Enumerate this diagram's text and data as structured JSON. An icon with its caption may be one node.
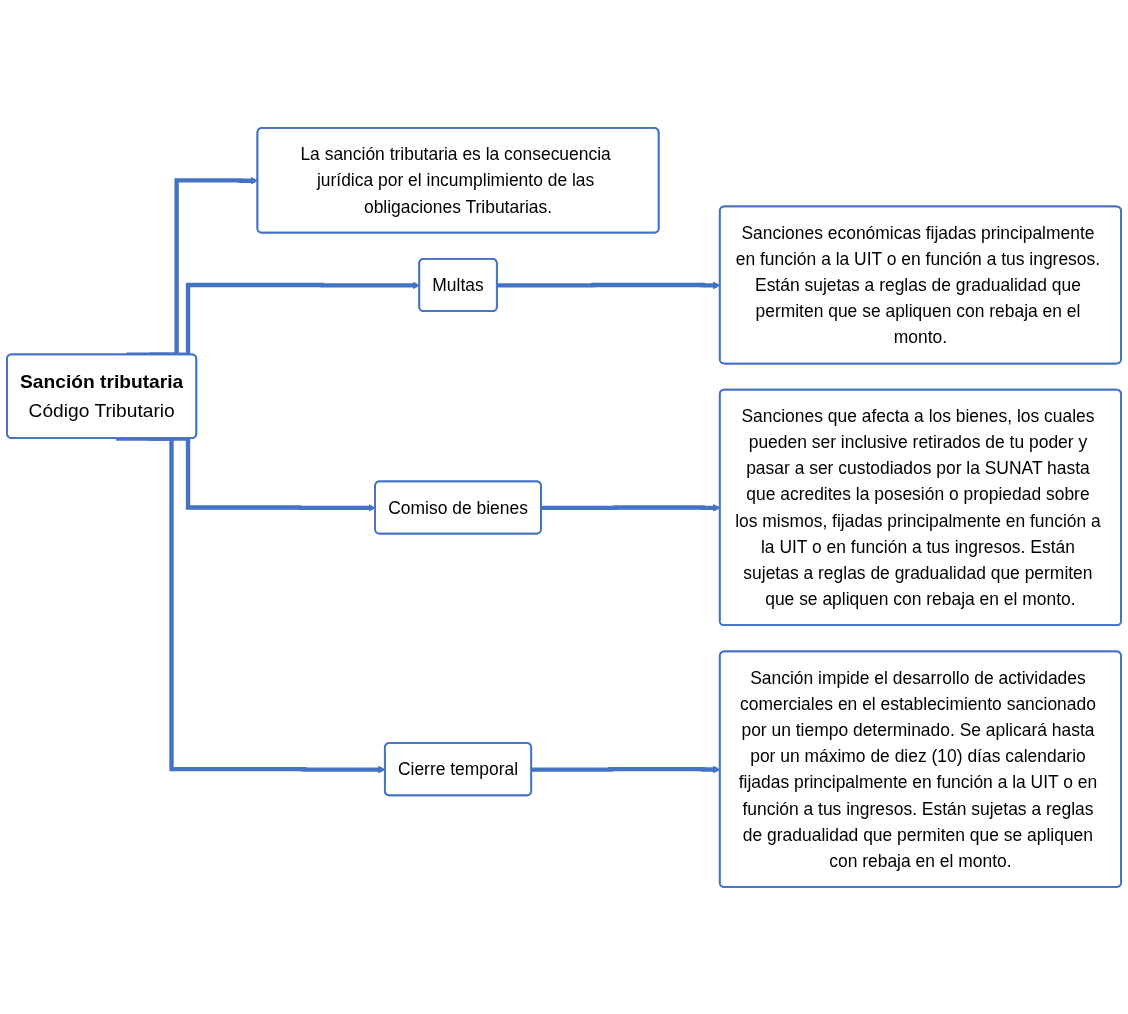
{
  "diagram": {
    "nodes": [
      {
        "text": [
          "Sanción tributaria",
          "Código Tributario"
        ]
      },
      {
        "text": [
          "La sanción tributaria es la consecuencia jurídica por el incumplimiento de las obligaciones Tributarias."
        ]
      },
      {
        "text": [
          "Multas"
        ]
      },
      {
        "text": [
          "Sanciones económicas fijadas principalmente en función a la UIT o en función a tus ingresos. Están sujetas a reglas de gradualidad que permiten que se apliquen con rebaja en el monto."
        ]
      },
      {
        "text": [
          "Comiso de bienes"
        ]
      },
      {
        "text": [
          "Sanciones que afecta a los bienes, los cuales pueden ser inclusive retirados de tu poder y pasar a ser custodiados por la SUNAT hasta que acredites la posesión o propiedad sobre los mismos, fijadas principalmente en función a la UIT o en función a tus ingresos. Están sujetas a reglas de gradualidad que permiten que se apliquen con rebaja en el monto."
        ]
      },
      {
        "text": [
          "Cierre temporal"
        ]
      },
      {
        "text": [
          "Sanción impide el desarrollo de actividades comerciales en el establecimiento sancionado por un tiempo determinado. Se aplicará hasta por un máximo de diez (10) días calendario fijadas principalmente en función a la UIT o en función a tus ingresos. Están sujetas a reglas de gradualidad que permiten que se apliquen con rebaja en el monto."
        ]
      }
    ],
    "edges": [
      {
        "from": 0,
        "to": 1,
        "arrow": "to"
      },
      {
        "from": 0,
        "to": 2,
        "arrow": "to"
      },
      {
        "from": 0,
        "to": 4,
        "arrow": "to"
      },
      {
        "from": 0,
        "to": 6,
        "arrow": "to"
      },
      {
        "from": 2,
        "to": 3,
        "arrow": "to"
      },
      {
        "from": 4,
        "to": 5,
        "arrow": "to"
      },
      {
        "from": 6,
        "to": 7,
        "arrow": "to"
      }
    ]
  }
}
